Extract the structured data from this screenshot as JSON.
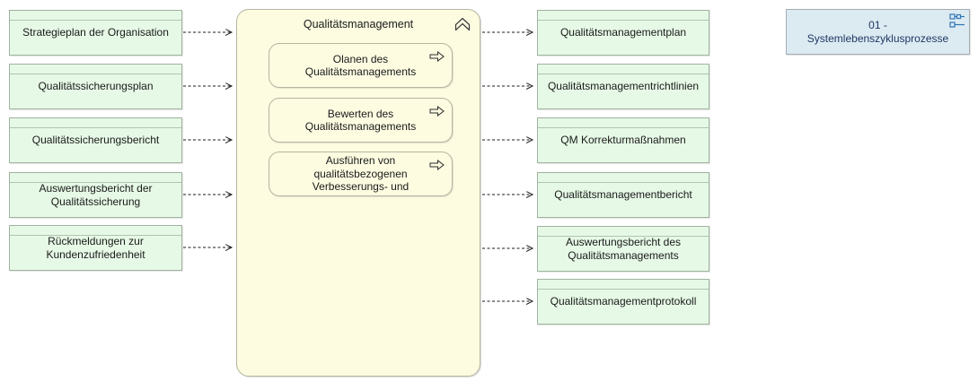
{
  "diagram": {
    "type": "archimate-process-diagram",
    "colors": {
      "object_fill": "#e6f9e6",
      "object_border": "#9fb29f",
      "process_fill": "#fdfce1",
      "process_border": "#b5b5a1",
      "reference_fill": "#dceaf2",
      "reference_border": "#a5adb3",
      "reference_text": "#1f3864",
      "reference_icon": "#2e74b5",
      "arrow": "#1a1a1a",
      "text": "#1a1a1a"
    },
    "left_column": {
      "items": [
        {
          "label": "Strategieplan der Organisation"
        },
        {
          "label": "Qualitätssicherungsplan"
        },
        {
          "label": "Qualitätssicherungsbericht"
        },
        {
          "label": "Auswertungsbericht der Qualitätssicherung"
        },
        {
          "label": "Rückmeldungen zur Kundenzufriedenheit"
        }
      ]
    },
    "process": {
      "title": "Qualitätsmanagement",
      "header_icon": "chevron-up-icon",
      "steps": [
        {
          "label": "Olanen des Qualitätsmanagements",
          "icon": "process-arrow-icon"
        },
        {
          "label": "Bewerten des Qualitätsmanagements",
          "icon": "process-arrow-icon"
        },
        {
          "label": "Ausführen von qualitätsbezogenen Verbesserungs- und",
          "icon": "process-arrow-icon"
        }
      ]
    },
    "right_column": {
      "items": [
        {
          "label": "Qualitätsmanagementplan"
        },
        {
          "label": "Qualitätsmanagementrichtlinien"
        },
        {
          "label": "QM Korrekturmaßnahmen"
        },
        {
          "label": "Qualitätsmanagementbericht"
        },
        {
          "label": "Auswertungsbericht des Qualitätsmanagements"
        },
        {
          "label": "Qualitätsmanagementprotokoll"
        }
      ]
    },
    "reference_box": {
      "title_line1": "01 -",
      "title_line2": "Systemlebenszyklusprozesse",
      "icon": "diagram-reference-icon"
    }
  }
}
